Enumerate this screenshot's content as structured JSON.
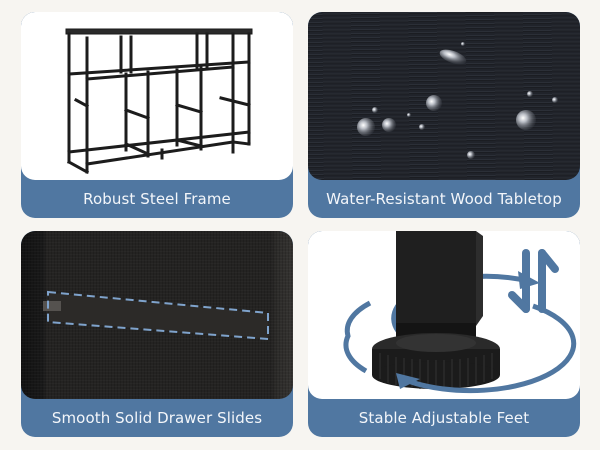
{
  "page": {
    "background": "#f7f5f1",
    "accent_color": "#5077a1"
  },
  "features": [
    {
      "label": "Robust Steel Frame",
      "image": "console-table-steel-frame"
    },
    {
      "label": "Water-Resistant Wood Tabletop",
      "image": "water-droplets-on-black-wood"
    },
    {
      "label": "Smooth Solid Drawer Slides",
      "image": "drawer-slide-highlighted-dashed"
    },
    {
      "label": "Stable Adjustable Feet",
      "image": "adjustable-leveling-foot-with-arrows"
    }
  ]
}
